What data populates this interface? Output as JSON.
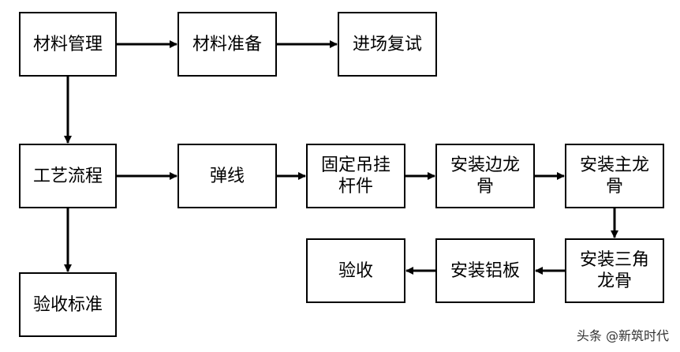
{
  "nodes": {
    "n1": "材料管理",
    "n2": "材料准备",
    "n3": "进场复试",
    "n4": "工艺流程",
    "n5": "弹线",
    "n6": "固定吊挂\n杆件",
    "n7": "安装边龙\n骨",
    "n8": "安装主龙\n骨",
    "n9": "验收标准",
    "n10": "验收",
    "n11": "安装铝板",
    "n12": "安装三角\n龙骨"
  },
  "edges": [
    {
      "from": "n1",
      "to": "n2"
    },
    {
      "from": "n2",
      "to": "n3"
    },
    {
      "from": "n1",
      "to": "n4"
    },
    {
      "from": "n4",
      "to": "n5"
    },
    {
      "from": "n5",
      "to": "n6"
    },
    {
      "from": "n6",
      "to": "n7"
    },
    {
      "from": "n7",
      "to": "n8"
    },
    {
      "from": "n8",
      "to": "n12"
    },
    {
      "from": "n12",
      "to": "n11"
    },
    {
      "from": "n11",
      "to": "n10"
    },
    {
      "from": "n4",
      "to": "n9"
    }
  ],
  "watermark": "头条 @新筑时代",
  "colors": {
    "stroke": "#000000",
    "background": "#ffffff"
  }
}
